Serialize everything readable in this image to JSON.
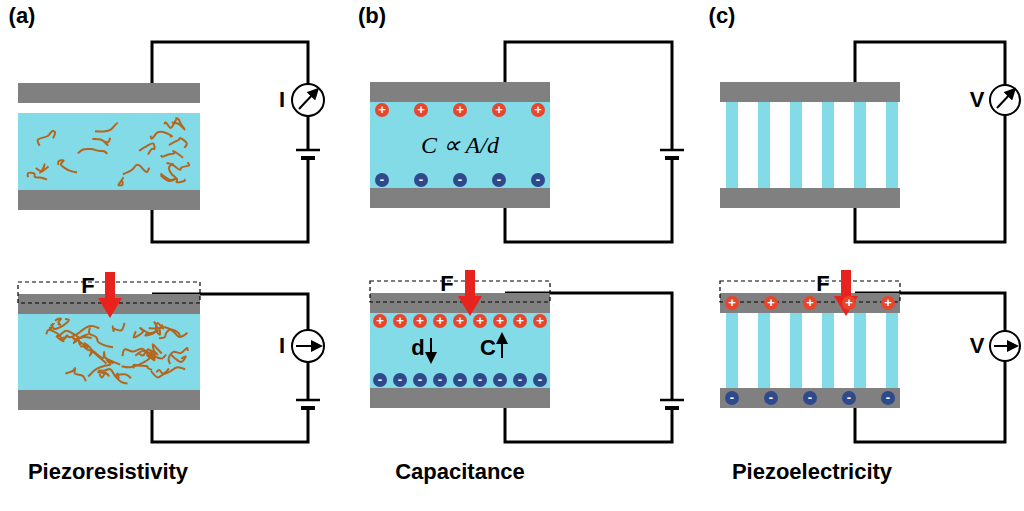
{
  "diagram": {
    "labels": [
      "(a)",
      "(b)",
      "(c)",
      "I",
      "+",
      "+",
      "+",
      "+",
      "+",
      "C ∝ A/d",
      "-",
      "-",
      "-",
      "-",
      "-",
      "V",
      "F",
      "I",
      "F",
      "+",
      "+",
      "+",
      "+",
      "+",
      "+",
      "+",
      "+",
      "+",
      "d",
      "C",
      "-",
      "-",
      "-",
      "-",
      "-",
      "-",
      "-",
      "-",
      "-",
      "F",
      "V",
      "+",
      "+",
      "+",
      "+",
      "+",
      "-",
      "-",
      "-",
      "-",
      "-",
      "Piezoresistivity",
      "Capacitance",
      "Piezoelectricity"
    ]
  }
}
